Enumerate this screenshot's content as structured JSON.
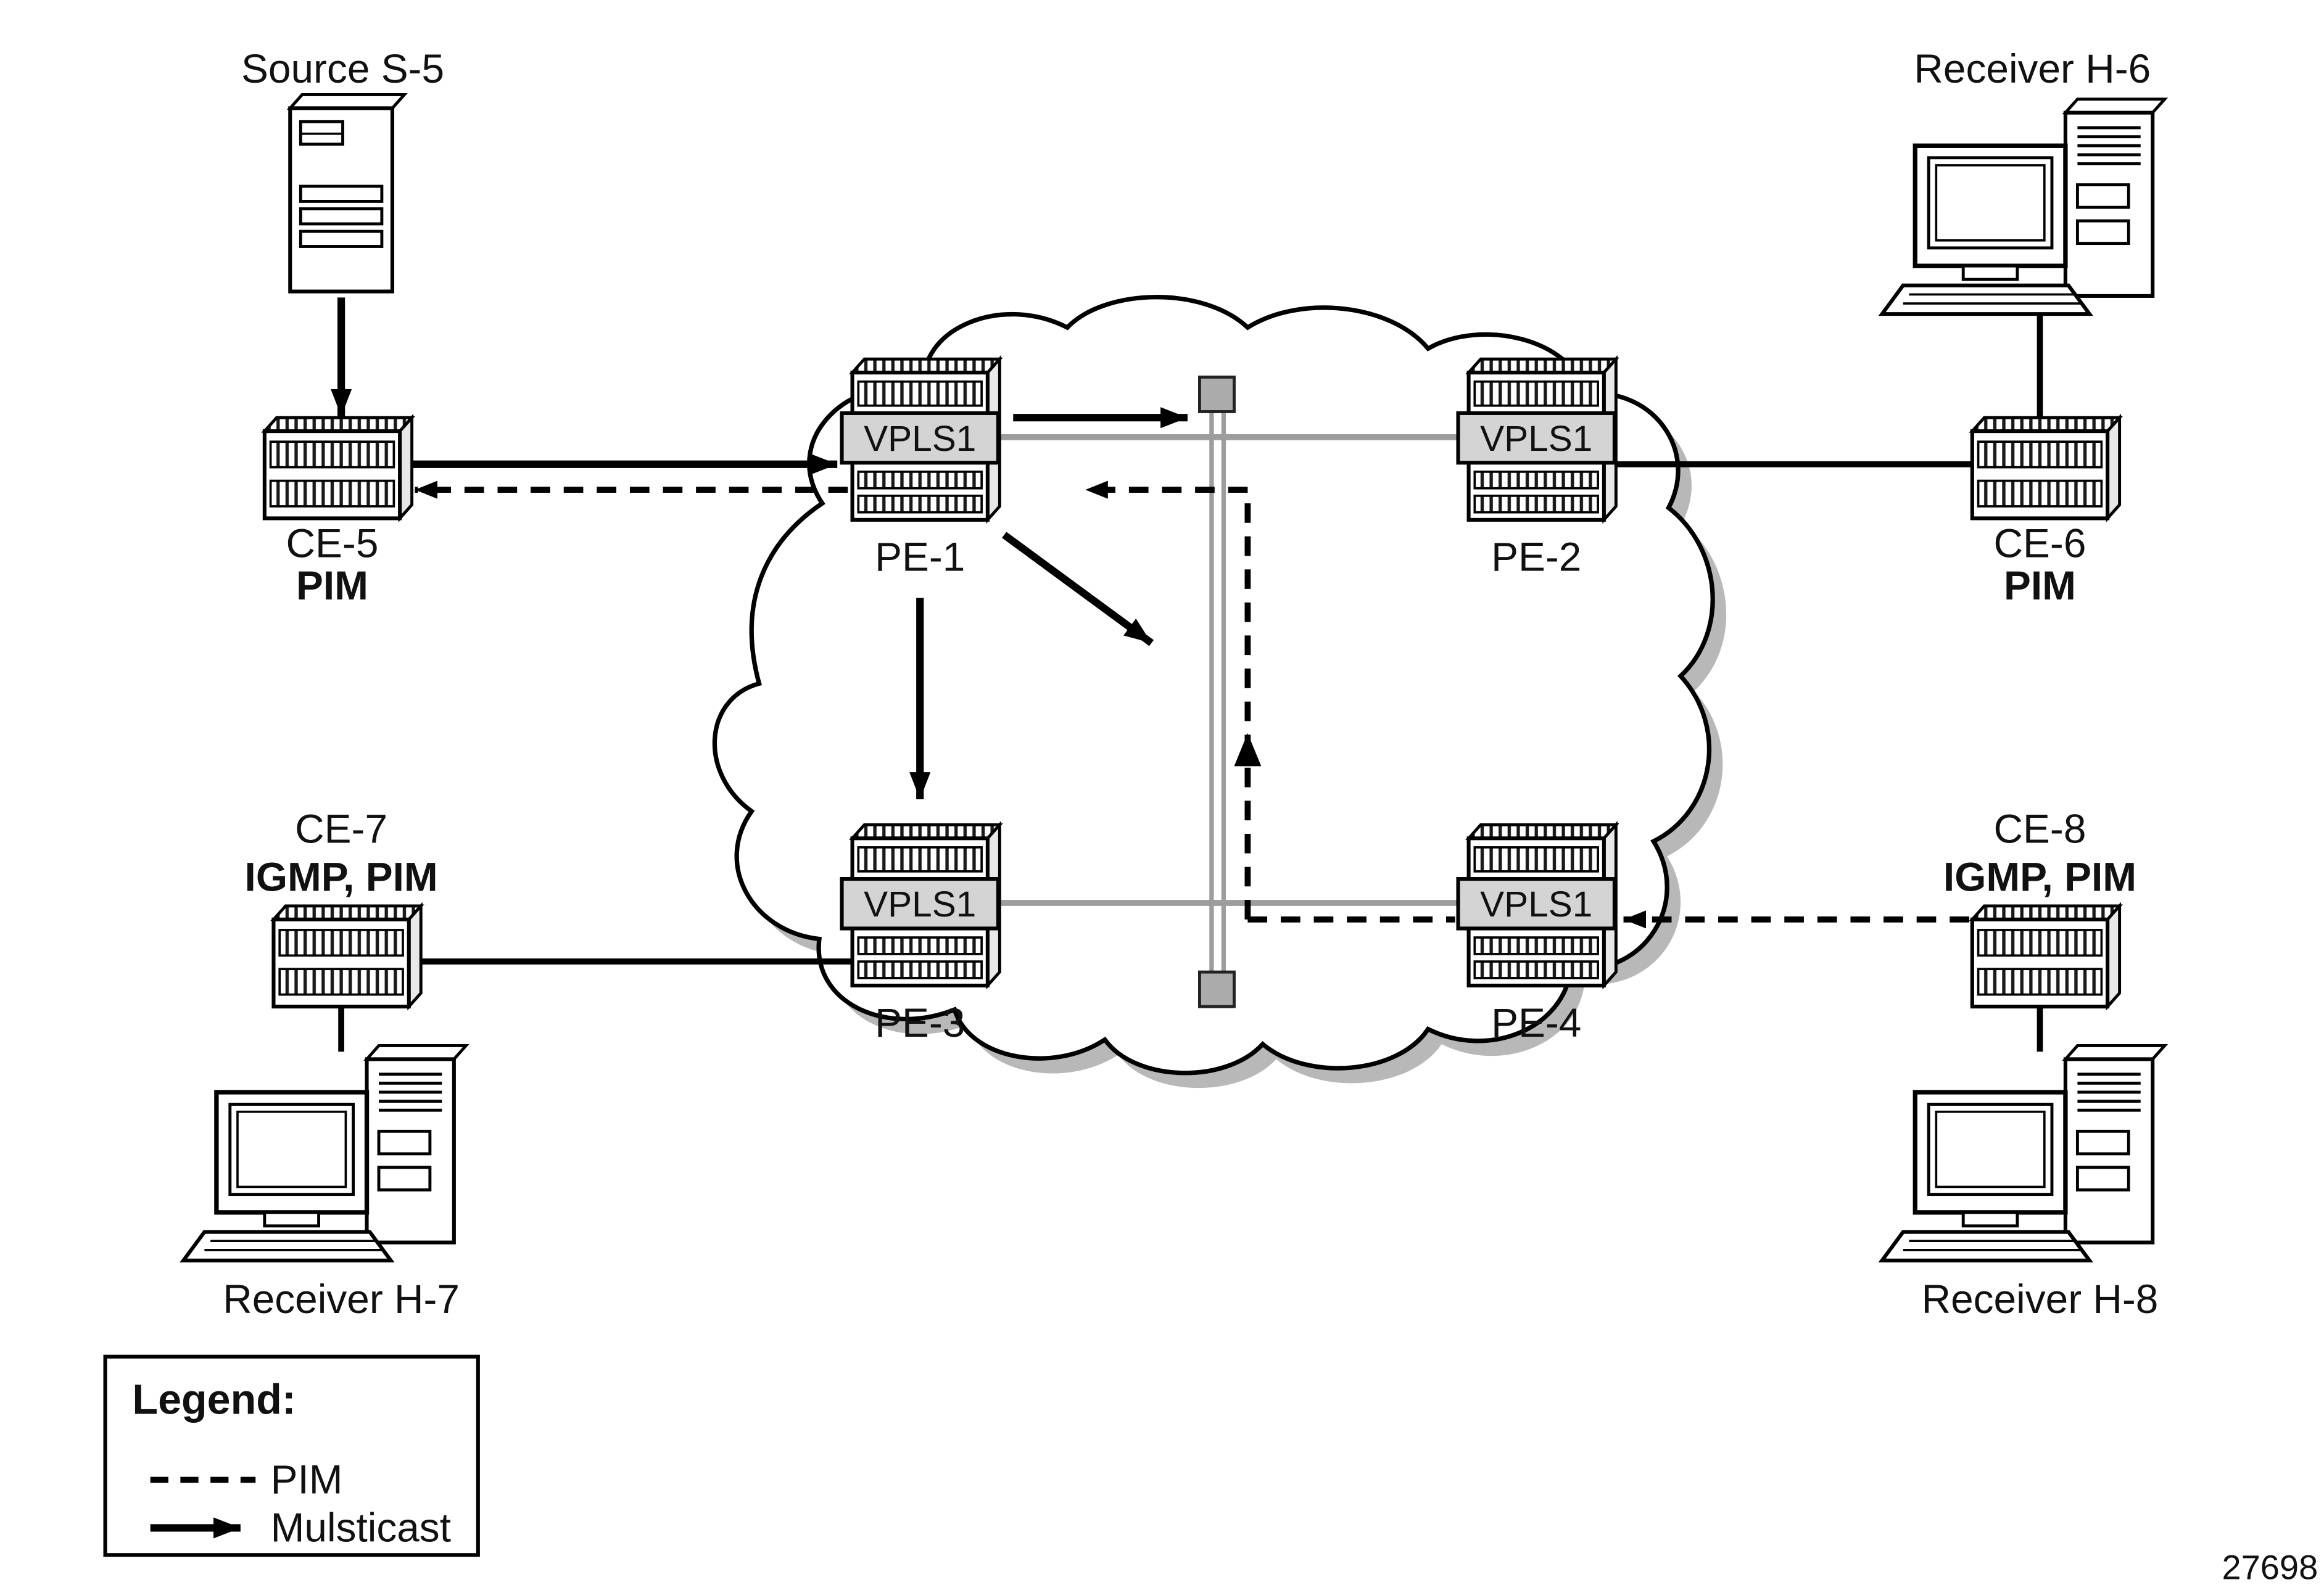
{
  "nodes": {
    "source_s5": {
      "label": "Source S-5"
    },
    "receiver_h6": {
      "label": "Receiver H-6"
    },
    "receiver_h7": {
      "label": "Receiver H-7"
    },
    "receiver_h8": {
      "label": "Receiver H-8"
    },
    "ce5": {
      "label": "CE-5",
      "protocols": "PIM"
    },
    "ce6": {
      "label": "CE-6",
      "protocols": "PIM"
    },
    "ce7": {
      "label": "CE-7",
      "protocols": "IGMP, PIM"
    },
    "ce8": {
      "label": "CE-8",
      "protocols": "IGMP, PIM"
    },
    "pe1": {
      "label": "PE-1",
      "service": "VPLS1"
    },
    "pe2": {
      "label": "PE-2",
      "service": "VPLS1"
    },
    "pe3": {
      "label": "PE-3",
      "service": "VPLS1"
    },
    "pe4": {
      "label": "PE-4",
      "service": "VPLS1"
    }
  },
  "edges": [
    {
      "from": "Source S-5",
      "to": "CE-5",
      "type": "multicast"
    },
    {
      "from": "CE-5",
      "to": "PE-1",
      "type": "multicast"
    },
    {
      "from": "PE-1",
      "to": "PE-2",
      "type": "multicast"
    },
    {
      "from": "PE-1",
      "to": "PE-3",
      "type": "multicast"
    },
    {
      "from": "PE-1",
      "to": "PE-4",
      "type": "multicast"
    },
    {
      "from": "PE-1",
      "to": "CE-5",
      "type": "pim"
    },
    {
      "from": "PE-4",
      "to": "PE-1",
      "type": "pim"
    },
    {
      "from": "CE-8",
      "to": "PE-4",
      "type": "pim"
    },
    {
      "from": "PE-2",
      "to": "CE-6",
      "type": "link"
    },
    {
      "from": "CE-7",
      "to": "PE-3",
      "type": "link"
    },
    {
      "from": "Receiver H-6",
      "to": "CE-6",
      "type": "link"
    },
    {
      "from": "CE-7",
      "to": "Receiver H-7",
      "type": "link"
    },
    {
      "from": "CE-8",
      "to": "Receiver H-8",
      "type": "link"
    }
  ],
  "legend": {
    "title": "Legend:",
    "items": [
      {
        "line_style": "dashed",
        "label": "PIM"
      },
      {
        "line_style": "solid-arrow",
        "label": "Mulsticast"
      }
    ]
  },
  "figure_number": "27698",
  "colors": {
    "line_black": "#000000",
    "core_link_gray": "#9d9d9d",
    "vpls_box_fill": "#d4d4d4",
    "crossconnect_square_fill": "#ababab",
    "cloud_shadow": "#b8b8b8"
  }
}
